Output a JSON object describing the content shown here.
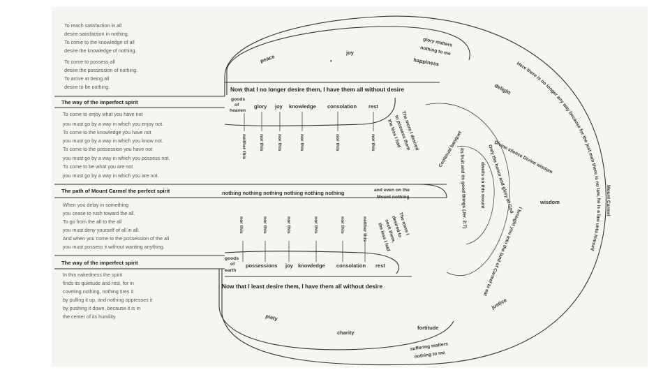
{
  "intro_lines": [
    "To reach satisfaction in all",
    "desire satisfaction in nothing.",
    "To come to the knowledge of all",
    "desire the knowledge of nothing.",
    "To come to possess all",
    "desire the possession of nothing.",
    "To arrive at being all",
    "desire to be nothing."
  ],
  "section1": {
    "header": "The way of the imperfect spirit",
    "lines": [
      "To come to enjoy what you have not",
      "you must go by a way in which you enjoy not.",
      "To come to the knowledge you have not",
      "you must go by a way in which you know not.",
      "To come to the possession you have not",
      "you must go by a way in which you possess not.",
      "To come to be what you are not",
      "you must go by a way in which you are not."
    ]
  },
  "section2": {
    "header": "The path of Mount Carmel the perfect spirit",
    "lines": [
      "When you delay in something",
      "you cease to rush toward the all.",
      "To go from the all to the all",
      "you must deny yourself of all in all.",
      "And when you come to the possession of the all",
      "you must possess it without wanting anything."
    ]
  },
  "section3": {
    "header": "The way of the imperfect spirit",
    "lines": [
      "In this nakedness the spirit",
      "finds its quietude and rest, for in",
      "coveting nothing, nothing tires it",
      "by pulling it up, and nothing oppresses it",
      "by pushing it down, because it is in",
      "the center of its humility."
    ]
  },
  "upper_path": {
    "goods": [
      "goods",
      "of",
      "heaven"
    ],
    "items": [
      "glory",
      "joy",
      "knowledge",
      "consolation",
      "rest"
    ],
    "nots": [
      "neither this",
      "nor this",
      "nor this",
      "nor this",
      "nor this",
      "nor this"
    ],
    "side_note": [
      "The more I desired",
      "to possess them",
      "the less I had"
    ],
    "caption": "Now that I no longer desire them, I have them all without desire"
  },
  "middle_path": {
    "text": "nothing nothing nothing nothing nothing nothing",
    "end": [
      "and even on the",
      "Mount nothing"
    ]
  },
  "lower_path": {
    "goods": [
      "goods",
      "of",
      "earth"
    ],
    "items": [
      "possessions",
      "joy",
      "knowledge",
      "consolation",
      "rest"
    ],
    "nots": [
      "nor this",
      "nor this",
      "nor this",
      "nor this",
      "nor this",
      "neither this"
    ],
    "side_note": [
      "The more I",
      "desired to",
      "seek them,",
      "the less I had"
    ],
    "caption": "Now that I least desire them, I have them all without desire"
  },
  "summit": {
    "top": {
      "peace": "peace",
      "joy": "joy",
      "glory": [
        "glory matters",
        "nothing to me"
      ],
      "happiness": "happiness",
      "delight": "delight"
    },
    "outer_text": "Here there is no longer any way because for the just man there is no law, he is a law unto himself",
    "mount": "Mount Carmel",
    "wisdom": "wisdom",
    "bottom": {
      "piety": "piety",
      "charity": "charity",
      "fortitude": "fortitude",
      "justice": "justice",
      "suffering": [
        "suffering matters",
        "nothing to me"
      ]
    },
    "inner_1": "Continual banquet",
    "inner_2": "Only the honor and glory of God",
    "inner_3": "dwells on this mount",
    "inner_4": "I brought you into the land of Carmel to eat",
    "inner_5": "its fruit and its good things (Jer. 2:7)",
    "inner_6": "Divine silence Divine wisdom"
  }
}
